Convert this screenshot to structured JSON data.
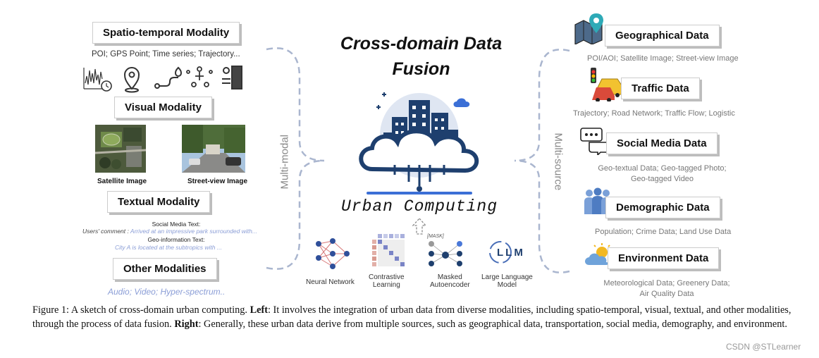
{
  "center": {
    "title_line1": "Cross-domain Data",
    "title_line2": "Fusion",
    "urban": "Urban Computing"
  },
  "left": {
    "spatio": {
      "title": "Spatio-temporal Modality",
      "sub": "POI; GPS Point; Time series; Trajectory..."
    },
    "visual": {
      "title": "Visual Modality",
      "satellite": "Satellite Image",
      "streetview": "Street-view Image"
    },
    "textual": {
      "title": "Textual Modality",
      "sm_head": "Social Media Text:",
      "sm_prefix": "Users' comment :",
      "sm_body": "Arrived at an impressive park surrounded with...",
      "geo_head": "Geo-information Text:",
      "geo_body": "City A is located at the subtropics with ..."
    },
    "other": {
      "title": "Other Modalities",
      "sub": "Audio; Video; Hyper-spectrum.."
    },
    "vertical": "Multi-modal"
  },
  "right": {
    "vertical": "Multi-source",
    "geo": {
      "title": "Geographical Data",
      "sub": "POI/AOI; Satellite Image; Street-view Image"
    },
    "traffic": {
      "title": "Traffic Data",
      "sub": "Trajectory; Road Network; Traffic Flow; Logistic"
    },
    "social": {
      "title": "Social Media Data",
      "sub1": "Geo-textual Data; Geo-tagged Photo;",
      "sub2": "Geo-tagged Video"
    },
    "demo": {
      "title": "Demographic Data",
      "sub": "Population; Crime Data; Land Use Data"
    },
    "env": {
      "title": "Environment Data",
      "sub1": "Meteorological Data; Greenery Data;",
      "sub2": "Air Quality Data"
    }
  },
  "methods": {
    "nn": "Neural Network",
    "cl1": "Contrastive",
    "cl2": "Learning",
    "mask_tag": "[MASK]",
    "ma1": "Masked",
    "ma2": "Autoencoder",
    "llm_logo": "LLM",
    "llm1": "Large Language",
    "llm2": "Model"
  },
  "caption": {
    "fig": "Figure 1:",
    "intro": "A sketch of cross-domain urban computing.",
    "left_label": "Left",
    "left_text": ": It involves the integration of urban data from diverse modalities, including spatio-temporal, visual, textual, and other modalities, through the process of data fusion.",
    "right_label": "Right",
    "right_text": ": Generally, these urban data derive from multiple sources, such as geographical data, transportation, social media, demography, and environment."
  },
  "watermark": "CSDN @STLearner",
  "colors": {
    "accent_blue": "#3b6fd6",
    "dash": "#aab6cf",
    "cloud": "#1e3f6e",
    "gray_text": "#777777"
  }
}
